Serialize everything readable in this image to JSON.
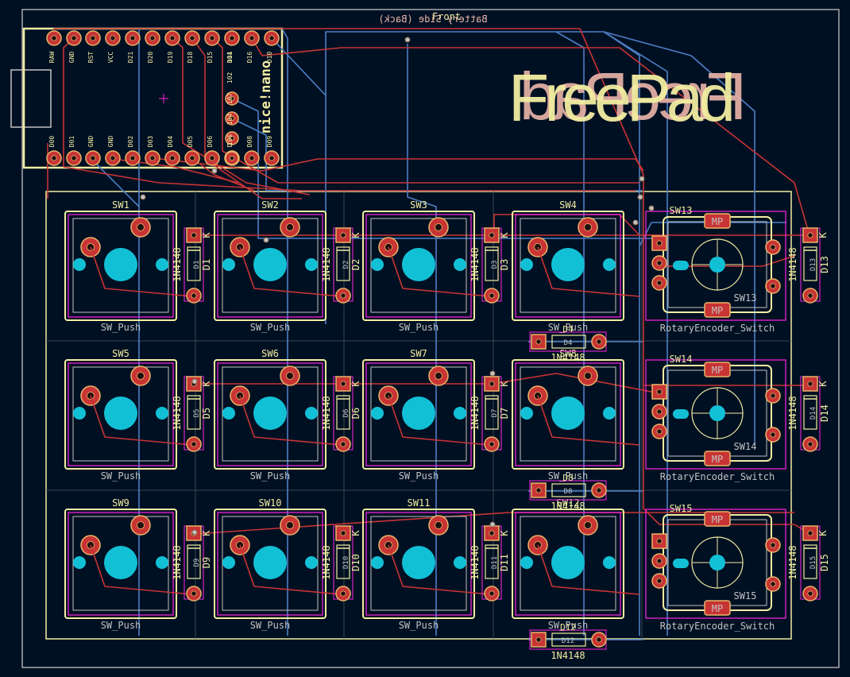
{
  "board": {
    "title_front": "FreePad",
    "title_back": "FreePad",
    "top_front": "Front",
    "top_back": "Battery Side (Back)",
    "mcu_name": "nice!nano"
  },
  "mcu": {
    "top_pins": [
      "RAW",
      "GND",
      "RST",
      "VCC",
      "D21",
      "D20",
      "D19",
      "D18",
      "D15",
      "D14",
      "D16",
      "D10"
    ],
    "bottom_pins": [
      "D00",
      "D01",
      "GND",
      "GND",
      "D02",
      "D03",
      "D04",
      "D05",
      "D06",
      "D07",
      "D08",
      "D09"
    ],
    "side_pins": [
      "101",
      "102",
      "107",
      "104",
      "106"
    ]
  },
  "keys": [
    {
      "ref": "SW1",
      "value": "SW_Push",
      "diode": "D1"
    },
    {
      "ref": "SW2",
      "value": "SW_Push",
      "diode": "D2"
    },
    {
      "ref": "SW3",
      "value": "SW_Push",
      "diode": "D3"
    },
    {
      "ref": "SW4",
      "value": "SW_Push",
      "diode": "D4"
    },
    {
      "ref": "SW5",
      "value": "SW_Push",
      "diode": "D5"
    },
    {
      "ref": "SW6",
      "value": "SW_Push",
      "diode": "D6"
    },
    {
      "ref": "SW7",
      "value": "SW_Push",
      "diode": "D7"
    },
    {
      "ref": "SW8",
      "value": "SW_Push",
      "diode": "D8"
    },
    {
      "ref": "SW9",
      "value": "SW_Push",
      "diode": "D9"
    },
    {
      "ref": "SW10",
      "value": "SW_Push",
      "diode": "D10"
    },
    {
      "ref": "SW11",
      "value": "SW_Push",
      "diode": "D11"
    },
    {
      "ref": "SW12",
      "value": "SW_Push",
      "diode": "D12"
    }
  ],
  "encoders": [
    {
      "ref": "SW13",
      "value": "RotaryEncoder_Switch",
      "diode": "D13"
    },
    {
      "ref": "SW14",
      "value": "RotaryEncoder_Switch",
      "diode": "D14"
    },
    {
      "ref": "SW15",
      "value": "RotaryEncoder_Switch",
      "diode": "D15"
    }
  ],
  "diode_value": "1N4148",
  "mount_label": "MP",
  "pin_k": "K",
  "colors": {
    "background": "#001023",
    "edge_cuts": "#d0d2cd",
    "silk_front": "#f2eda1",
    "silk_back": "#e8b2a7",
    "courtyard": "#ff26e2",
    "fab": "#c2c2c2",
    "copper_front": "#c83434",
    "copper_back": "#4d7fc4",
    "pad": "#c83434",
    "pad_ring": "#e8b56a",
    "npth": "#12c0d6"
  }
}
